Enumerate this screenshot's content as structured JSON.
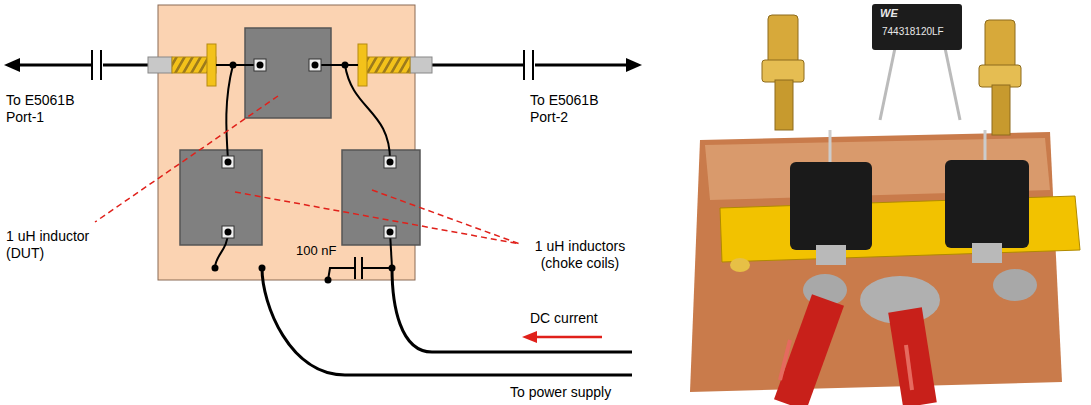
{
  "diagram": {
    "labels": [
      "To E5061B Port-1",
      "To E5061B Port-2",
      "1 uH inductor (DUT)",
      "1 uH inductors (choke coils)",
      "100 nF",
      "DC current",
      "To power supply",
      "WE",
      "744318120LF"
    ]
  }
}
